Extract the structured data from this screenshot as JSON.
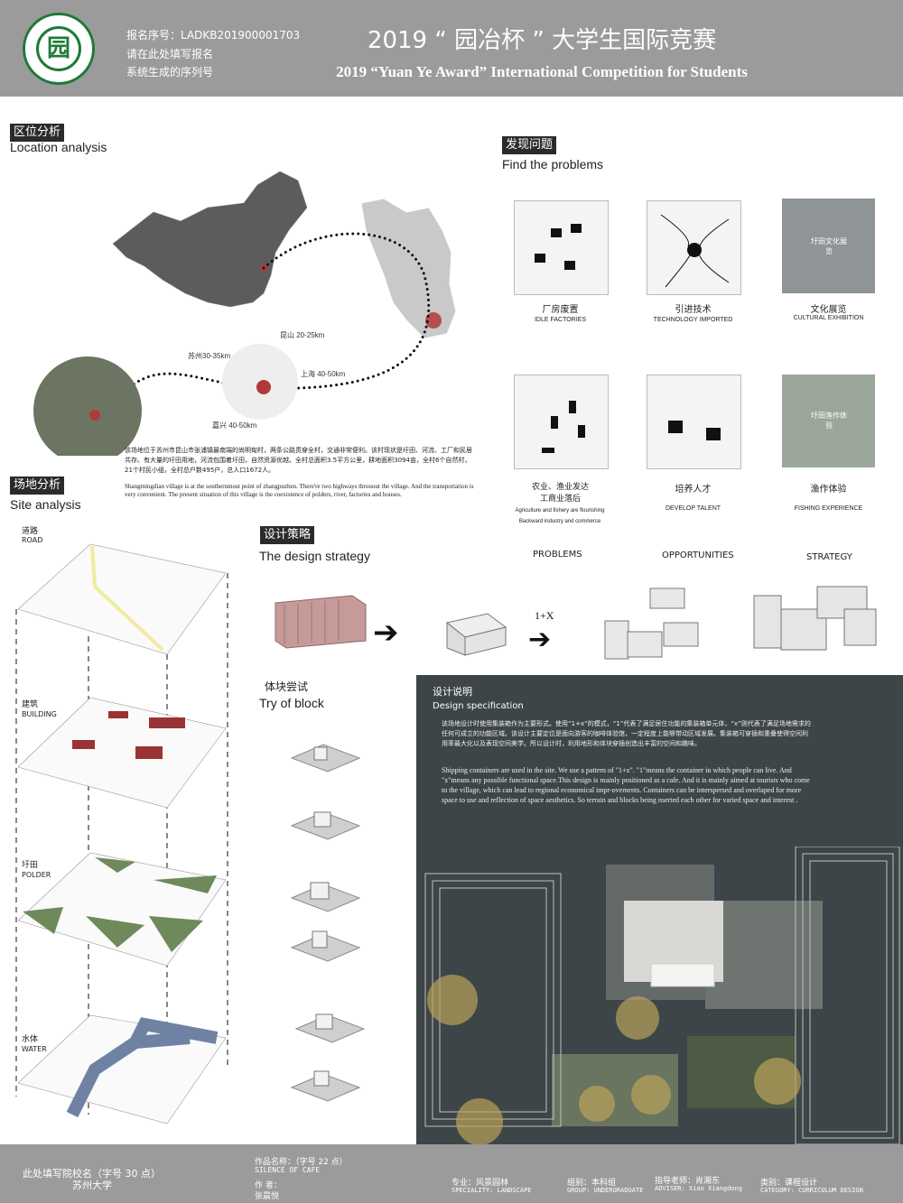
{
  "header": {
    "reg_no": "报名序号：LADKB201900001703",
    "reg_hint1": "请在此处填写报名",
    "reg_hint2": "系统生成的序列号",
    "title_cn": "2019 “ 园冶杯 ” 大学生国际竞赛",
    "title_en": "2019 “Yuan Ye Award” International Competition for  Students"
  },
  "location": {
    "tag": "区位分析",
    "sub": "Location analysis",
    "map_labels": [
      "昆山 20-25km",
      "苏州30-35km",
      "上海 40-50km",
      "嘉兴 40-50km"
    ],
    "desc_cn": "该场地位于苏州市昆山市张浦镇最南端的尚明甸村，两条公路贯穿全村，交通非常便利。该村现状是圩田、河流、工厂和民居共存。有大量的圩田用地，河流包围着圩田，自然资源优越。全村总面积3.5平方公里，耕地面积3094亩，全村6个自然村，21个村民小组，全村总户数495户，总人口1672人。",
    "desc_en": "Shangmingdian village is at the southernmost point of zhangpuzhen. There're two highways throuout the village. And the transportation is very convenient. The present situation of this village is the coexistence of polders, river, factories and houses."
  },
  "problems": {
    "tag": "发现问题",
    "sub": "Find the problems",
    "items": [
      {
        "cn": "厂房废置",
        "en": "IDLE FACTORIES"
      },
      {
        "cn": "引进技术",
        "en": "TECHNOLOGY IMPORTED"
      },
      {
        "cn": "文化展览",
        "en": "CULTURAL EXHIBITION",
        "photo_label": "圩田文化展览"
      },
      {
        "cn": "农业、渔业发达\n工商业落后",
        "en": "Agriculture and fishery are flourishing\nBackward industry and commerce"
      },
      {
        "cn": "培养人才",
        "en": "DEVELOP TALENT"
      },
      {
        "cn": "渔作体验",
        "en": "FISHING EXPERIENCE",
        "photo_label": "圩田渔作体验"
      }
    ]
  },
  "site": {
    "tag": "场地分析",
    "sub": "Site analysis",
    "layers": [
      {
        "cn": "道路",
        "en": "ROAD"
      },
      {
        "cn": "建筑",
        "en": "BUILDING"
      },
      {
        "cn": "圩田",
        "en": "POLDER"
      },
      {
        "cn": "水体",
        "en": "WATER"
      }
    ]
  },
  "strategy": {
    "tag": "设计策略",
    "sub": "The design strategy",
    "headers": [
      "PROBLEMS",
      "OPPORTUNITIES",
      "STRATEGY"
    ],
    "formula": "1+X"
  },
  "block": {
    "tag": "体块尝试",
    "sub": "Try of block"
  },
  "design": {
    "title_cn": "设计说明",
    "title_en": "Design specification",
    "desc_cn": "该场地设计时使用集装箱作为主要形式。使用“1+x”的模式，“1”代表了满足居住功能的集装箱单元体，“x”则代表了满足场地需求的任何可成立的功能区域。该设计主要定位是面向游客的咖啡体验馆，一定程度上能够带动区域发展。集装箱可穿插和重叠使得空间利用率最大化以及表现空间美学。所以设计时，利用地形和体块穿插创造出丰富的空间和趣味。",
    "desc_en": "Shipping containers are used in the site. We use a pattern of \"1+x\". \"1\"means the container in which people can live. And \"x\"means any possible functional space.This design is mainly positioned as a cafe. And it is mainly aimed at tourists who come to the village, which can lead to regional economical impr-ovements. Containers can be interspersed and overlaped for more space to use and reflection of space aesthetics. So terrain and blocks being  nserted each other for varied space and interest ."
  },
  "footer": {
    "school_hint": "此处填写院校名（字号 30 点）",
    "school": "苏州大学",
    "work_label": "作品名称：（字号 22 点）",
    "work_name": "SILENCE OF CAFE",
    "author_label": "作      者：",
    "author": "张晨悦",
    "major": "专业：风景园林",
    "major_en": "SPECIALITY: LANDSCAPE",
    "group": "组别：本科组",
    "group_en": "GROUP: UNDERGRADUATE",
    "advisor": "指导老师：肖湘东",
    "advisor_en": "ADVISER: Xiao Xiangdong",
    "category": "类别：课程设计",
    "category_en": "CATEGORY: CURRICULUM DESIGN"
  },
  "colors": {
    "header_bg": "#9b9b9b",
    "tag_bg": "#2b2b2b",
    "logo_green": "#1f7a3a",
    "marker_red": "#b03a3a",
    "polder_green": "#6f8a5a",
    "water_blue": "#6f82a3",
    "road_yellow": "#f0eba0",
    "building_red": "#9a3434",
    "panel_dark": "#3e4548"
  }
}
